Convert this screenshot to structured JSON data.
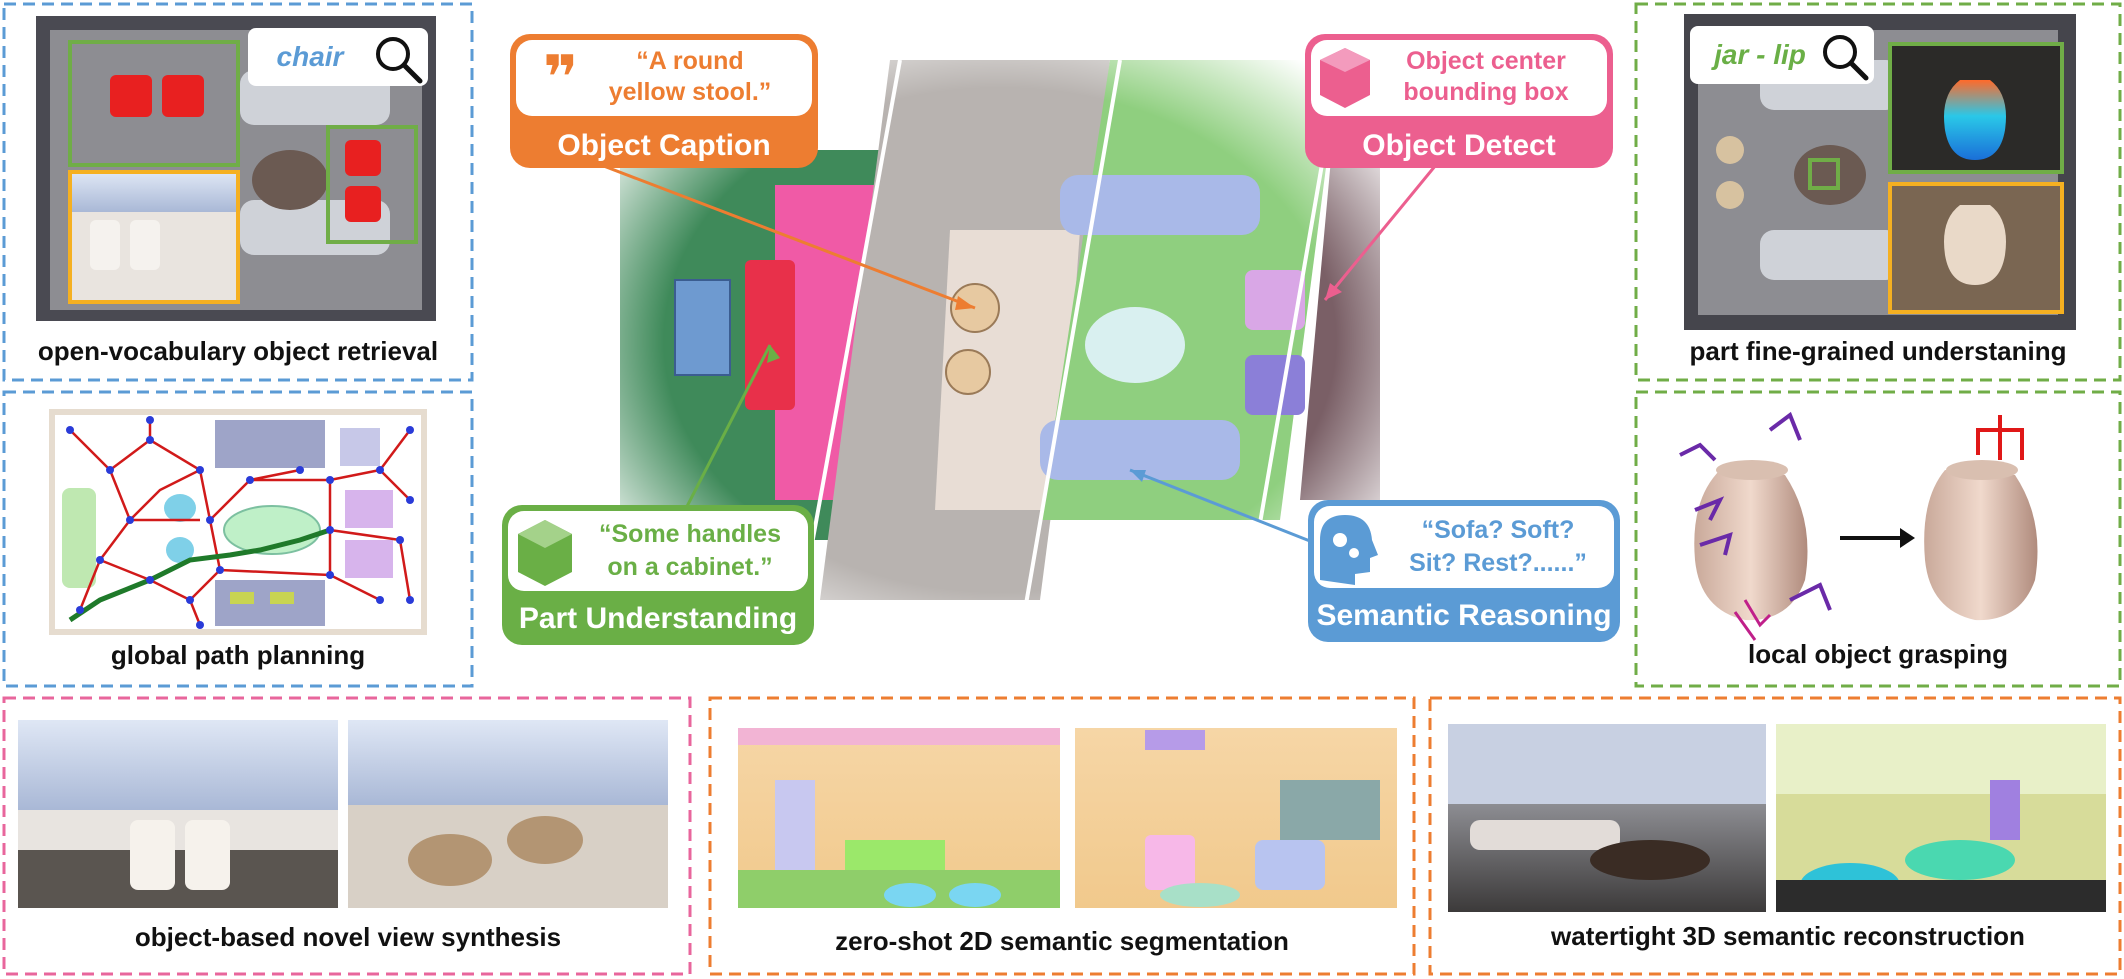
{
  "panels": {
    "retrieval": {
      "query": "chair",
      "caption": "open-vocabulary object retrieval"
    },
    "path_planning": {
      "caption": "global path planning"
    },
    "part_understanding": {
      "query": "jar - lip",
      "caption": "part fine-grained understaning"
    },
    "grasping": {
      "caption": "local object grasping"
    },
    "novel_view": {
      "caption": "object-based novel view synthesis"
    },
    "segmentation": {
      "caption": "zero-shot 2D semantic segmentation"
    },
    "reconstruction": {
      "caption": "watertight 3D semantic reconstruction"
    }
  },
  "callouts": {
    "caption": {
      "quote_line1": "“A round",
      "quote_line2": "yellow stool.”",
      "title": "Object Caption",
      "color": "#ed7d31"
    },
    "detect": {
      "quote_line1": "Object center",
      "quote_line2": "bounding box",
      "title": "Object Detect",
      "color": "#ec5f8f"
    },
    "part": {
      "quote_line1": "“Some handles",
      "quote_line2": "on a cabinet.”",
      "title": "Part Understanding",
      "color": "#6aaf46"
    },
    "reasoning": {
      "quote_line1": "“Sofa? Soft?",
      "quote_line2": "Sit? Rest?......”",
      "title": "Semantic Reasoning",
      "color": "#5b9bd5"
    }
  },
  "colors": {
    "blue_dash": "#5b9bd5",
    "green_dash": "#70ad47",
    "pink_dash": "#e8669c",
    "orange_dash": "#ed7d31"
  }
}
